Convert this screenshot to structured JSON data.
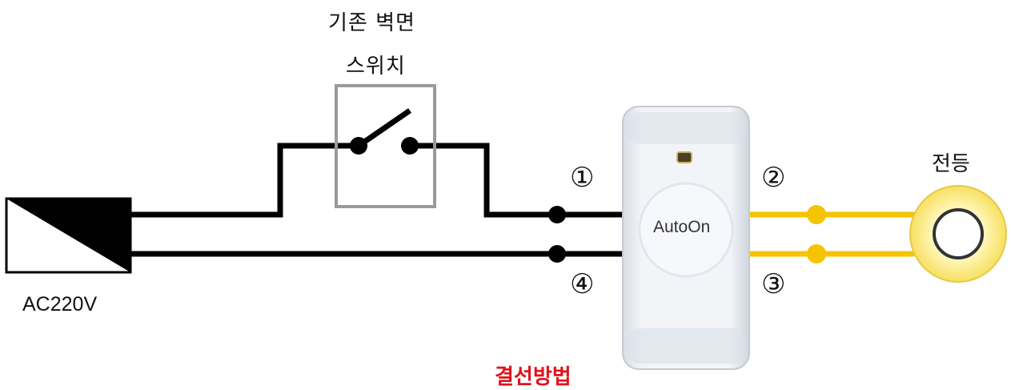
{
  "labels": {
    "switch_line1": "기존 벽면",
    "switch_line2": "스위치",
    "power_source": "AC220V",
    "lamp": "전등",
    "device": "AutoOn",
    "caption": "결선방법"
  },
  "terminals": [
    "①",
    "②",
    "③",
    "④"
  ],
  "colors": {
    "wire_black": "#000000",
    "wire_yellow": "#f5c400",
    "switch_box": "#9a9a9a",
    "caption_red": "#e0121a",
    "device_body": "#e8ecf2"
  }
}
